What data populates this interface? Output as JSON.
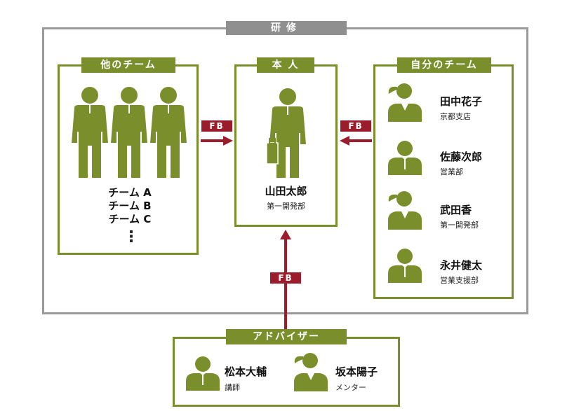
{
  "training": {
    "title": "研修"
  },
  "other_teams": {
    "title": "他のチーム",
    "teams": [
      "チーム A",
      "チーム B",
      "チーム C"
    ],
    "more": "⋮"
  },
  "self": {
    "title": "本 人",
    "name": "山田太郎",
    "dept": "第一開発部"
  },
  "own_team": {
    "title": "自分のチーム",
    "members": [
      {
        "name": "田中花子",
        "dept": "京都支店",
        "gender": "female"
      },
      {
        "name": "佐藤次郎",
        "dept": "営業部",
        "gender": "male"
      },
      {
        "name": "武田香",
        "dept": "第一開発部",
        "gender": "female"
      },
      {
        "name": "永井健太",
        "dept": "営業支援部",
        "gender": "male"
      }
    ]
  },
  "advisors": {
    "title": "アドバイザー",
    "members": [
      {
        "name": "松本大輔",
        "role": "講師",
        "gender": "male"
      },
      {
        "name": "坂本陽子",
        "role": "メンター",
        "gender": "female"
      }
    ]
  },
  "feedback": {
    "label_left": "FB",
    "label_right": "FB",
    "label_bottom": "FB"
  },
  "colors": {
    "green": "#7a8f2b",
    "red": "#9b1c2a",
    "gray": "#9a9a9a"
  }
}
